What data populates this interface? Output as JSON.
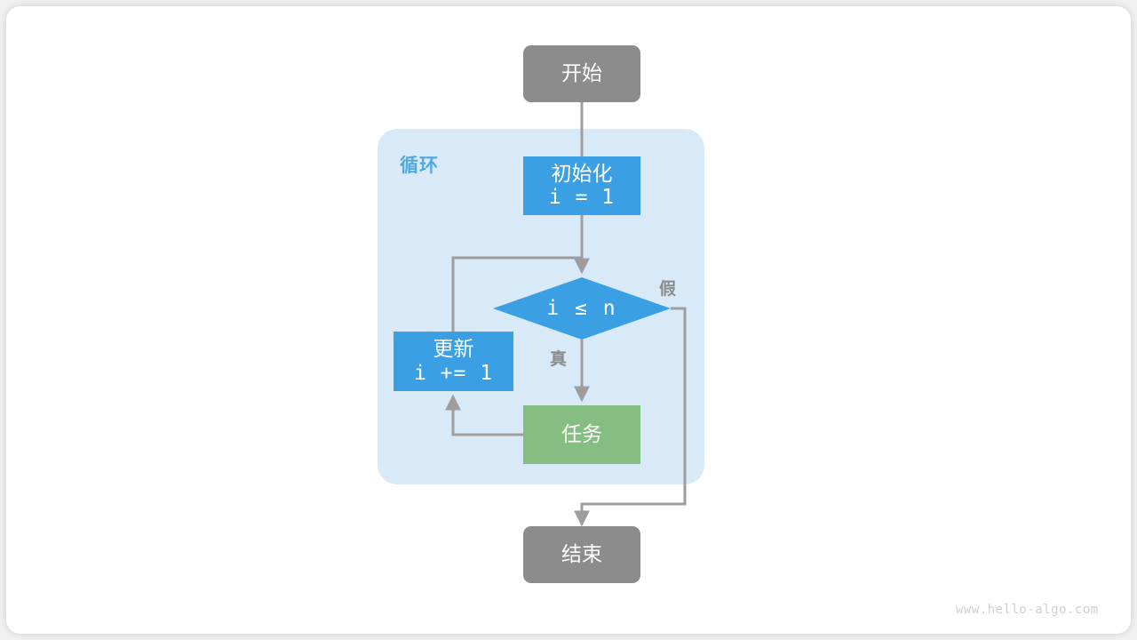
{
  "diagram": {
    "title": "for-loop-flowchart",
    "watermark": "www.hello-algo.com",
    "colors": {
      "terminal": "#8c8c8c",
      "process_blue": "#3aa0e3",
      "process_green": "#85bd82",
      "loop_container": "#d8eaf8",
      "loop_label": "#53a8e2",
      "edge": "#9e9e9e",
      "page": "#ffffff"
    },
    "loop_container": {
      "label": "循环"
    },
    "nodes": [
      {
        "id": "start",
        "type": "terminal",
        "line1": "开始",
        "line2": ""
      },
      {
        "id": "init",
        "type": "process",
        "line1": "初始化",
        "line2": "i = 1"
      },
      {
        "id": "cond",
        "type": "decision",
        "line1": "i ≤ n",
        "line2": ""
      },
      {
        "id": "update",
        "type": "process",
        "line1": "更新",
        "line2": "i += 1"
      },
      {
        "id": "task",
        "type": "process",
        "line1": "任务",
        "line2": ""
      },
      {
        "id": "end",
        "type": "terminal",
        "line1": "结束",
        "line2": ""
      }
    ],
    "edge_labels": {
      "true": "真",
      "false": "假"
    }
  }
}
